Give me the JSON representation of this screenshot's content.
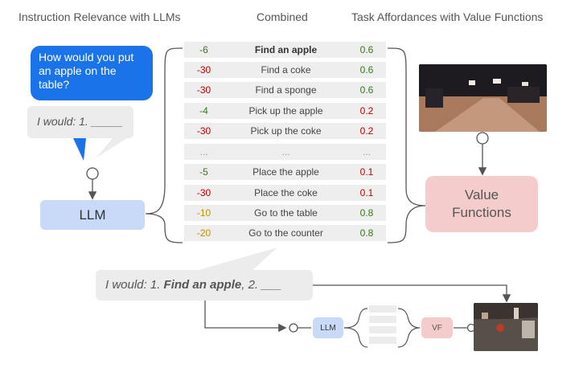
{
  "headers": {
    "left": "Instruction Relevance with LLMs",
    "center": "Combined",
    "right": "Task Affordances with Value Functions"
  },
  "question_bubble": "How would you put an apple on the table?",
  "answer_bubble": "I would: 1. _____",
  "llm_label": "LLM",
  "vf_label": "Value Functions",
  "rows": [
    {
      "llm": "-6",
      "task": "Find an apple",
      "afford": "0.6",
      "bold": true,
      "llm_color": "pos",
      "aff_color": "pos"
    },
    {
      "llm": "-30",
      "task": "Find a coke",
      "afford": "0.6",
      "llm_color": "neg",
      "aff_color": "pos"
    },
    {
      "llm": "-30",
      "task": "Find a sponge",
      "afford": "0.6",
      "llm_color": "neg",
      "aff_color": "pos"
    },
    {
      "llm": "-4",
      "task": "Pick up the apple",
      "afford": "0.2",
      "llm_color": "pos",
      "aff_color": "neg"
    },
    {
      "llm": "-30",
      "task": "Pick up the coke",
      "afford": "0.2",
      "llm_color": "neg",
      "aff_color": "neg"
    },
    {
      "llm": "...",
      "task": "...",
      "afford": "...",
      "llm_color": "gray",
      "aff_color": "gray"
    },
    {
      "llm": "-5",
      "task": "Place the apple",
      "afford": "0.1",
      "llm_color": "pos",
      "aff_color": "neg"
    },
    {
      "llm": "-30",
      "task": "Place the coke",
      "afford": "0.1",
      "llm_color": "neg",
      "aff_color": "neg"
    },
    {
      "llm": "-10",
      "task": "Go to the table",
      "afford": "0.8",
      "llm_color": "mid",
      "aff_color": "pos"
    },
    {
      "llm": "-20",
      "task": "Go to the counter",
      "afford": "0.8",
      "llm_color": "mid",
      "aff_color": "pos"
    }
  ],
  "bottom_bubble": {
    "prefix": "I would: 1. ",
    "bold": "Find an apple",
    "suffix": ", 2. ___"
  },
  "small_llm_label": "LLM",
  "small_vf_label": "VF",
  "colors": {
    "blue_bubble": "#1a73e8",
    "llm_box": "#c9daf8",
    "vf_box": "#f4cccc",
    "row_bg": "#eeeeee",
    "negative": "#c00000",
    "positive": "#38761d",
    "medium": "#bf9000"
  }
}
